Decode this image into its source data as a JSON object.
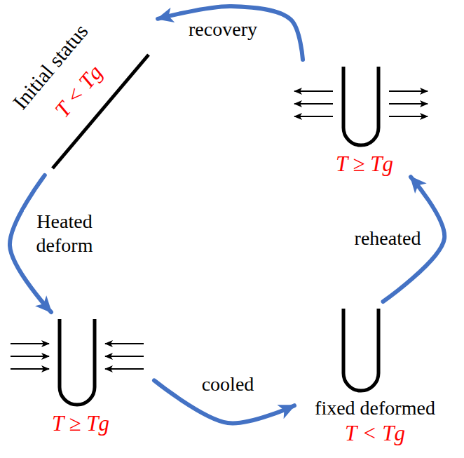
{
  "diagram": {
    "nodes": [
      {
        "text": [
          "Initial status",
          "T < Tg"
        ]
      },
      {
        "text": [
          "T ≥ Tg"
        ]
      },
      {
        "text": [
          "fixed deformed",
          "T < Tg"
        ]
      },
      {
        "text": [
          "T ≥ Tg"
        ]
      }
    ],
    "edges": [
      {
        "from": 0,
        "to": 1,
        "label": "Heated deform",
        "arrow": "to"
      },
      {
        "from": 1,
        "to": 2,
        "label": "cooled",
        "arrow": "to"
      },
      {
        "from": 2,
        "to": 3,
        "label": "reheated",
        "arrow": "to"
      },
      {
        "from": 3,
        "to": 0,
        "label": "recovery",
        "arrow": "to"
      }
    ]
  }
}
